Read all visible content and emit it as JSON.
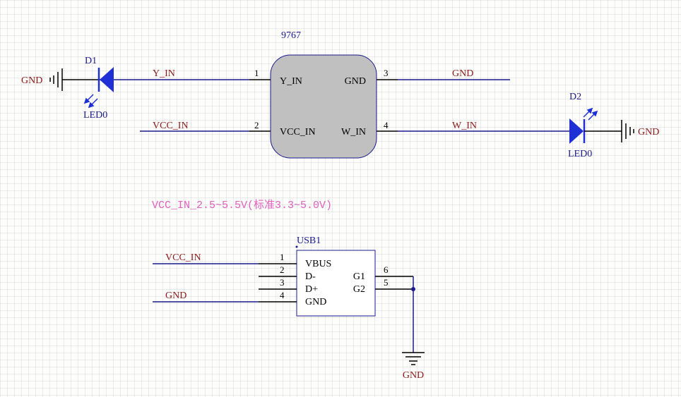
{
  "colors": {
    "wire": "#1a1a8c",
    "pin": "#000000",
    "net_label": "#8b1a1a",
    "designator": "#1a1a8c",
    "component_fill": "#c0c0c0",
    "component_border": "#1a1a8c",
    "note": "#e060c0",
    "led": "#1f2fd6"
  },
  "u1": {
    "title": "9767",
    "pins": [
      {
        "num": "1",
        "name": "Y_IN"
      },
      {
        "num": "2",
        "name": "VCC_IN"
      },
      {
        "num": "3",
        "name": "GND"
      },
      {
        "num": "4",
        "name": "W_IN"
      }
    ]
  },
  "d1": {
    "designator": "D1",
    "value": "LED0",
    "gnd": "GND",
    "net": "Y_IN"
  },
  "d2": {
    "designator": "D2",
    "value": "LED0",
    "gnd": "GND",
    "net": "W_IN"
  },
  "nets": {
    "vcc_top": "VCC_IN",
    "gnd_u1": "GND"
  },
  "note": "VCC_IN_2.5~5.5V(标准3.3~5.0V)",
  "usb1": {
    "designator": "USB1",
    "pin_names_left": [
      "VBUS",
      "D-",
      "D+",
      "GND"
    ],
    "pin_names_right": [
      "G1",
      "G2"
    ],
    "pin_nums_left": [
      "1",
      "2",
      "3",
      "4"
    ],
    "pin_nums_right": [
      "6",
      "5"
    ],
    "net_vcc": "VCC_IN",
    "net_gnd": "GND",
    "gnd_symbol": "GND"
  }
}
